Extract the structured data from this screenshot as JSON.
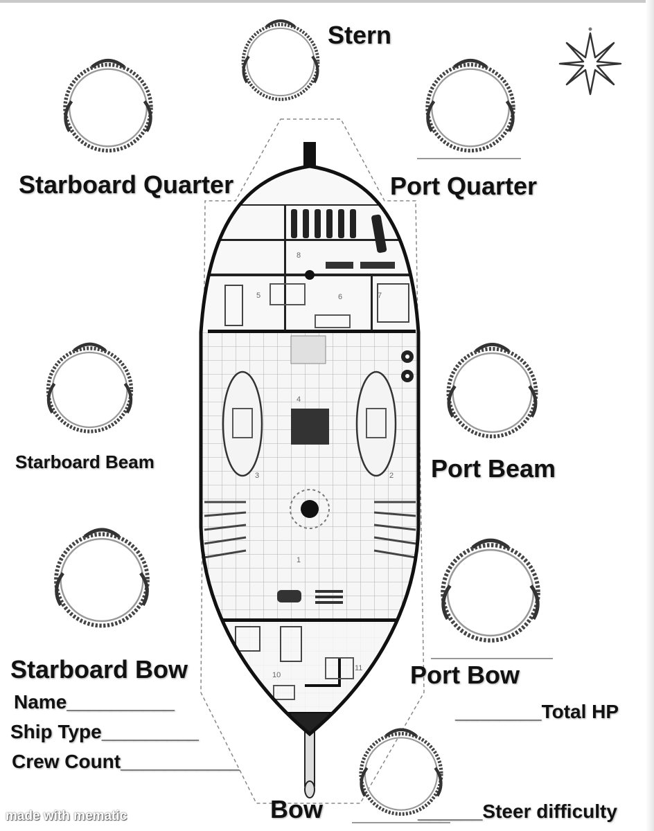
{
  "title": "Stern",
  "positions": {
    "stern": "Stern",
    "starboard_quarter": "Starboard Quarter",
    "port_quarter": "Port Quarter",
    "starboard_beam": "Starboard Beam",
    "port_beam": "Port Beam",
    "starboard_bow": "Starboard Bow",
    "port_bow": "Port Bow",
    "bow": "Bow"
  },
  "fields": {
    "name": "Name__________",
    "ship_type": "Ship Type_________",
    "crew_count": "Crew Count___________",
    "total_hp": "________Total HP",
    "steer_difficulty": "______Steer difficulty"
  },
  "room_numbers": [
    "8",
    "5",
    "6",
    "7",
    "4",
    "3",
    "2",
    "1",
    "10",
    "11"
  ],
  "watermark": "made with mematic",
  "icons": [
    "compass-star-icon",
    "rope-ring-icon"
  ]
}
